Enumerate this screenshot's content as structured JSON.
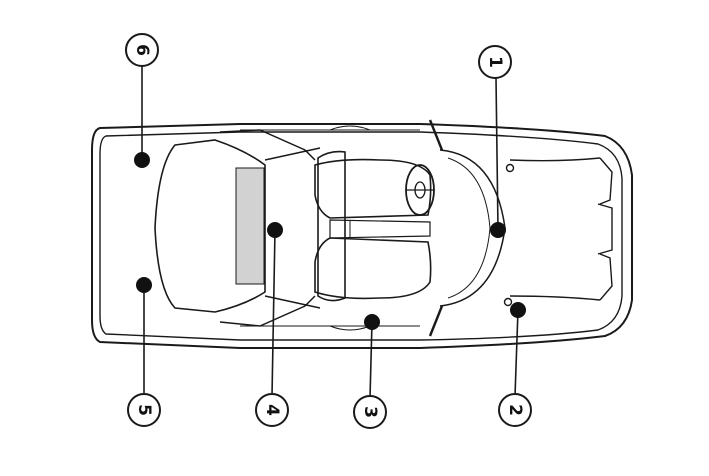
{
  "callouts": [
    {
      "id": "1",
      "label": "1"
    },
    {
      "id": "2",
      "label": "2"
    },
    {
      "id": "3",
      "label": "3"
    },
    {
      "id": "4",
      "label": "4"
    },
    {
      "id": "5",
      "label": "5"
    },
    {
      "id": "6",
      "label": "6"
    }
  ],
  "colors": {
    "line": "#1a1a1a",
    "highlight": "#d2d2d2",
    "background": "#ffffff"
  }
}
